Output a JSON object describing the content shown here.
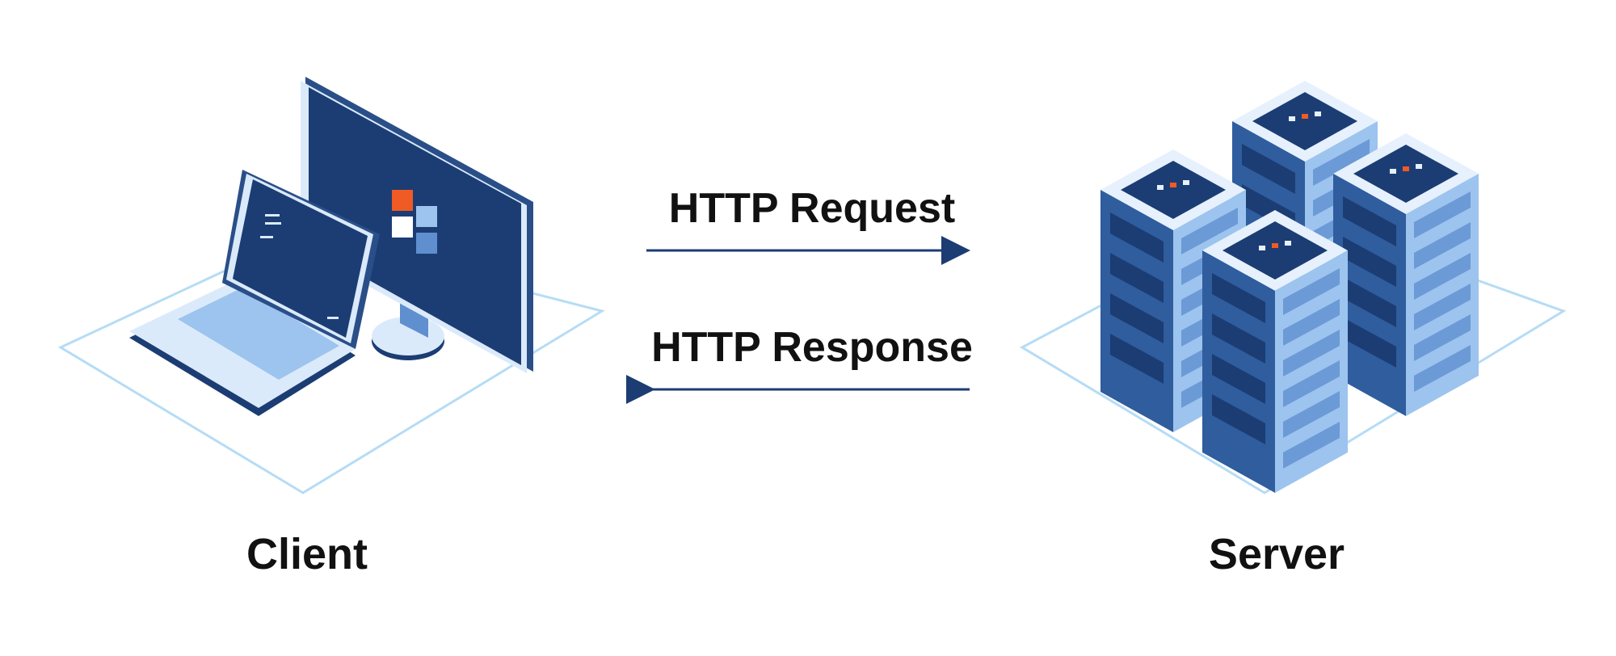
{
  "diagram": {
    "client_label": "Client",
    "server_label": "Server",
    "request_label": "HTTP Request",
    "response_label": "HTTP Response"
  },
  "colors": {
    "dark_navy": "#1b3d73",
    "arrow": "#1b3d73",
    "screen_accent_orange": "#f05a24",
    "rack_blue": "#5f8fcf",
    "rack_light": "#dbeafb",
    "floor_outline": "#b6dcf5",
    "text": "#111111"
  },
  "icons": [
    "desktop-monitor-icon",
    "laptop-icon",
    "server-rack-icon"
  ]
}
